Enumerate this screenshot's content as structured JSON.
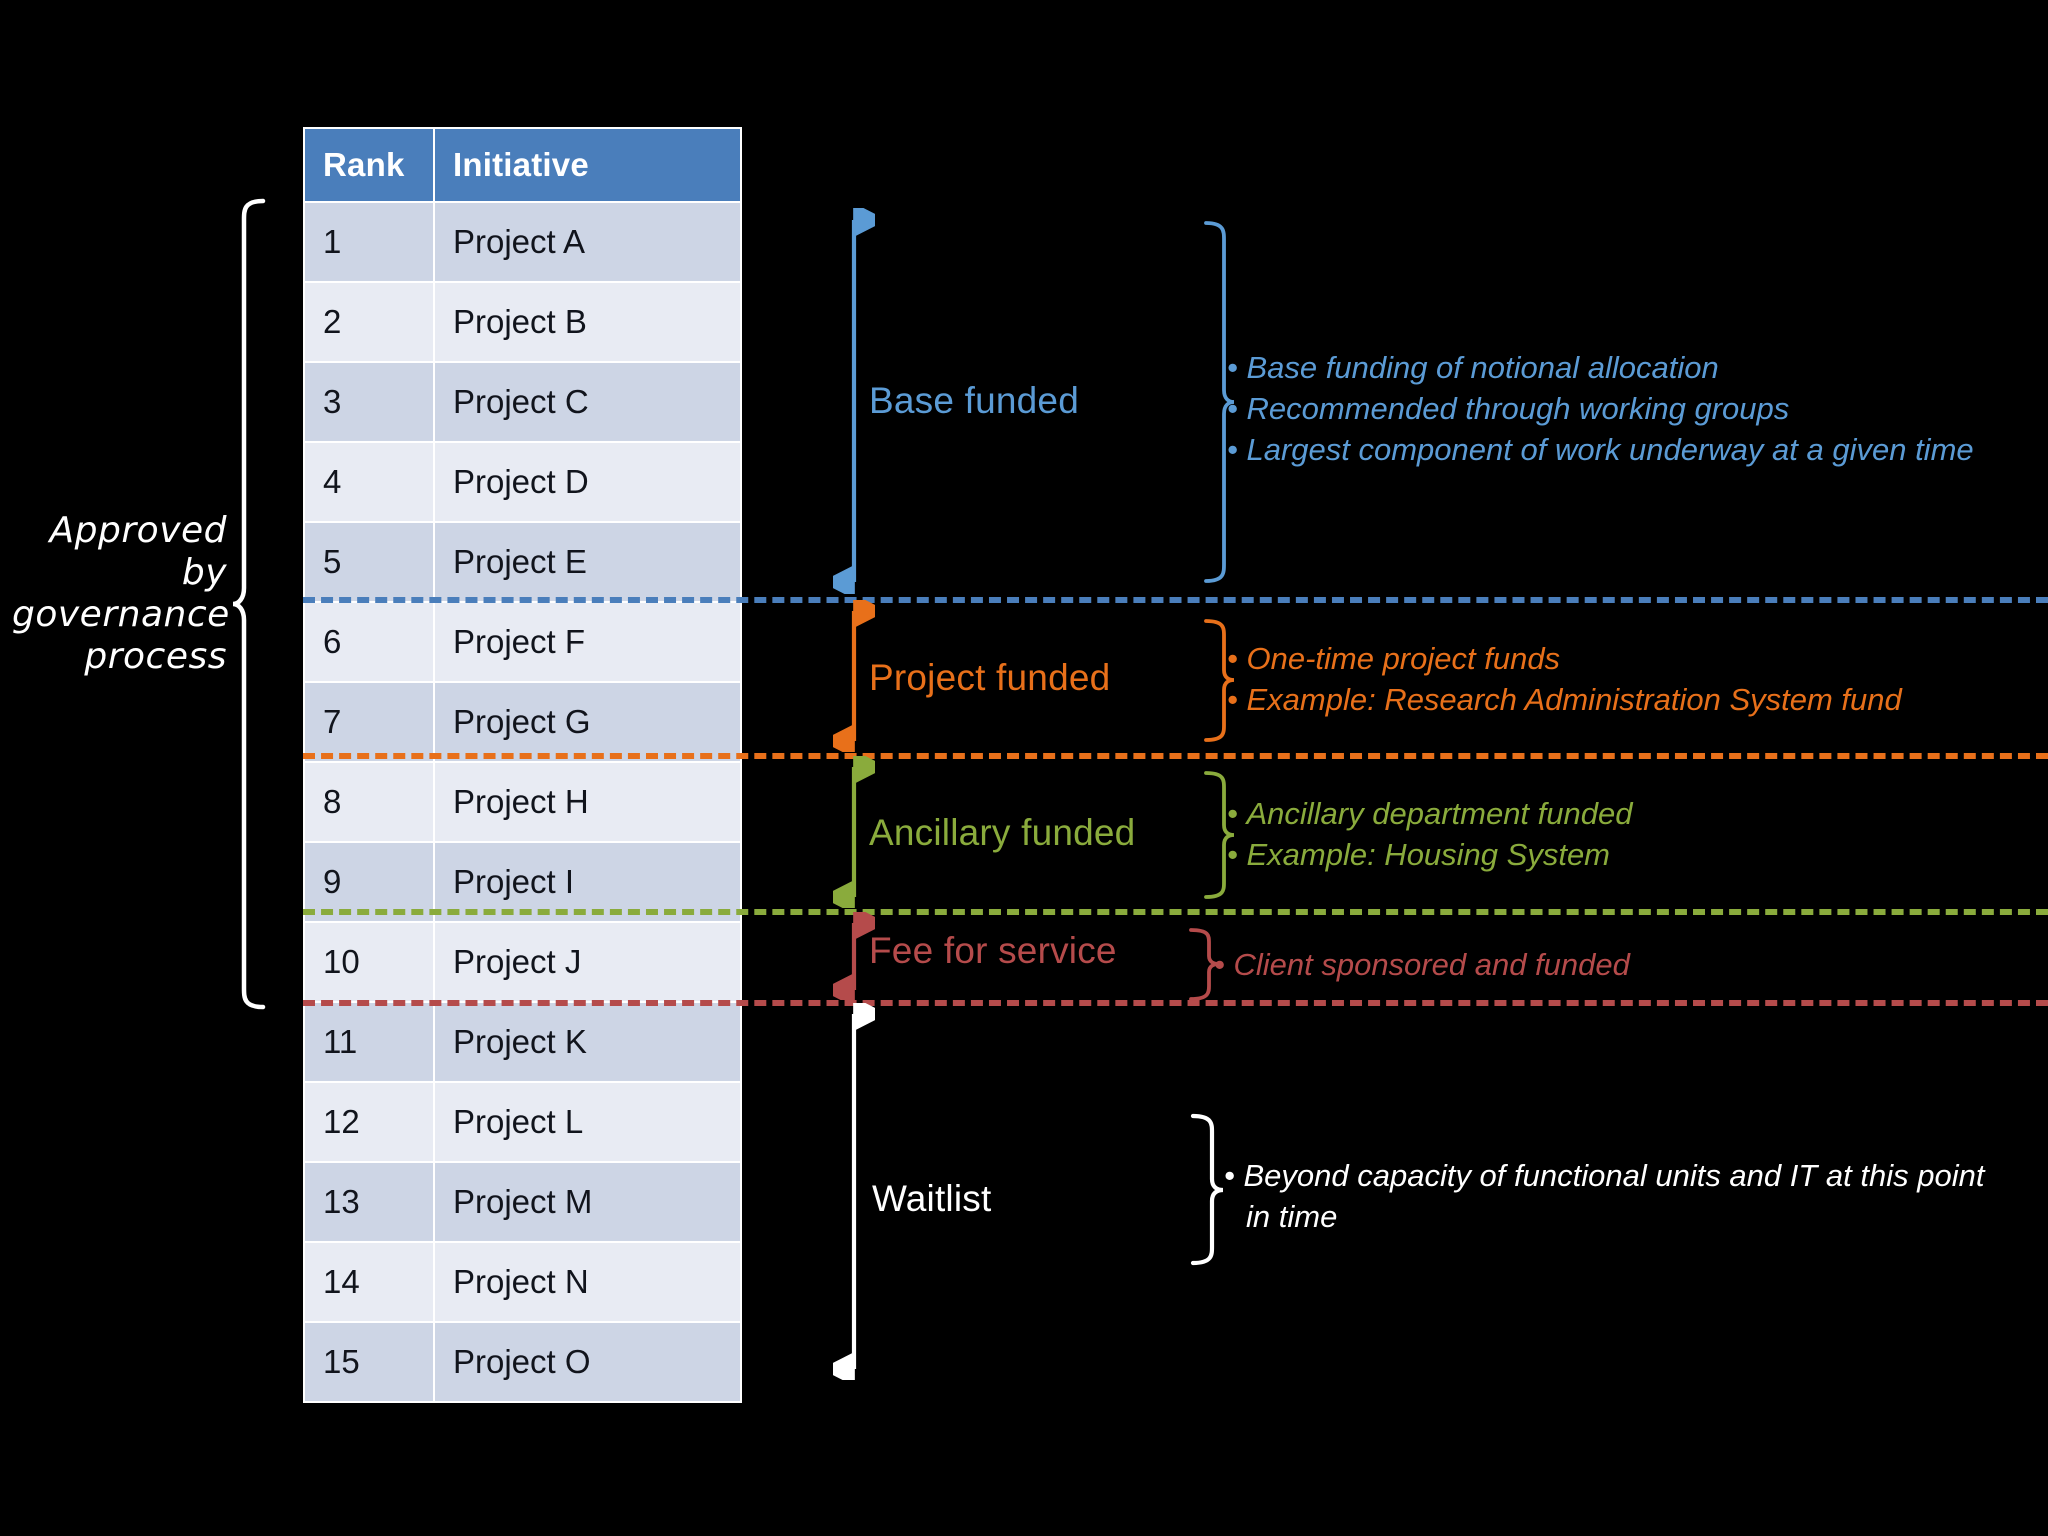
{
  "palette": {
    "background": "#000000",
    "header_blue": "#4a7ebb",
    "row_dark": "#cdd5e5",
    "row_light": "#e8ebf3",
    "base_funded": "#5b9bd5",
    "project_funded": "#e8701a",
    "ancillary_funded": "#8aab3c",
    "fee_for_service": "#b54b4b",
    "waitlist": "#ffffff"
  },
  "left_annotation": {
    "label": "Approved\nby\ngovernance\nprocess",
    "lines": [
      "Approved",
      "by",
      "governance",
      "process"
    ]
  },
  "table": {
    "columns": [
      "Rank",
      "Initiative"
    ],
    "rows": [
      {
        "rank": "1",
        "initiative": "Project A"
      },
      {
        "rank": "2",
        "initiative": "Project B"
      },
      {
        "rank": "3",
        "initiative": "Project C"
      },
      {
        "rank": "4",
        "initiative": "Project D"
      },
      {
        "rank": "5",
        "initiative": "Project E"
      },
      {
        "rank": "6",
        "initiative": "Project F"
      },
      {
        "rank": "7",
        "initiative": "Project G"
      },
      {
        "rank": "8",
        "initiative": "Project H"
      },
      {
        "rank": "9",
        "initiative": "Project I"
      },
      {
        "rank": "10",
        "initiative": "Project J"
      },
      {
        "rank": "11",
        "initiative": "Project K"
      },
      {
        "rank": "12",
        "initiative": "Project L"
      },
      {
        "rank": "13",
        "initiative": "Project M"
      },
      {
        "rank": "14",
        "initiative": "Project N"
      },
      {
        "rank": "15",
        "initiative": "Project O"
      }
    ]
  },
  "segments": [
    {
      "id": "base-funded",
      "label": "Base funded",
      "color": "#5b9bd5",
      "ranks": "1-5",
      "notes": [
        "Base funding of notional allocation",
        "Recommended through working groups",
        "Largest component of work underway at a given time"
      ]
    },
    {
      "id": "project-funded",
      "label": "Project funded",
      "color": "#e8701a",
      "ranks": "6-7",
      "notes": [
        "One-time project funds",
        "Example: Research Administration System fund"
      ]
    },
    {
      "id": "ancillary-funded",
      "label": "Ancillary funded",
      "color": "#8aab3c",
      "ranks": "8-9",
      "notes": [
        "Ancillary department funded",
        "Example: Housing System"
      ]
    },
    {
      "id": "fee-for-service",
      "label": "Fee for service",
      "color": "#b54b4b",
      "ranks": "10",
      "notes": [
        "Client sponsored and funded"
      ]
    },
    {
      "id": "waitlist",
      "label": "Waitlist",
      "color": "#ffffff",
      "ranks": "11-15",
      "notes": [
        "Beyond capacity of functional units and IT at this point",
        "in time"
      ]
    }
  ]
}
